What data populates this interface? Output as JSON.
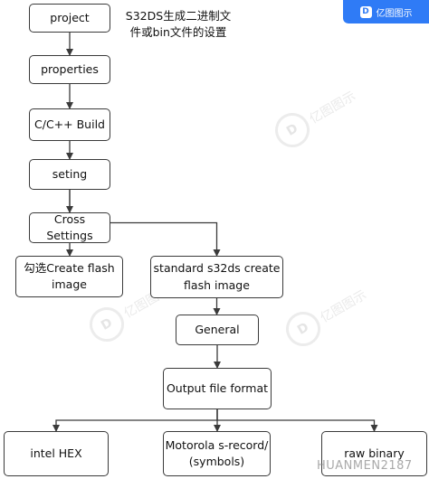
{
  "brand": {
    "label": "亿图图示",
    "icon": "edraw-logo-icon"
  },
  "note": "S32DS生成二进制文件或bin文件的设置",
  "nodes": {
    "project": [
      "project"
    ],
    "properties": [
      "properties"
    ],
    "build": [
      "C/C++ Build"
    ],
    "seting": [
      "seting"
    ],
    "cross": [
      "Cross Settings"
    ],
    "checkflash": [
      "勾选Create flash",
      "image"
    ],
    "standard": [
      "standard s32ds create",
      "flash image"
    ],
    "general": [
      "General"
    ],
    "output": [
      "Output file format"
    ],
    "intel": [
      "intel HEX"
    ],
    "motorola": [
      "Motorola s-record/",
      "(symbols)"
    ],
    "raw": [
      "raw binary"
    ]
  },
  "edges": [
    [
      "project",
      "properties"
    ],
    [
      "properties",
      "build"
    ],
    [
      "build",
      "seting"
    ],
    [
      "seting",
      "cross"
    ],
    [
      "seting",
      "standard"
    ],
    [
      "cross",
      "checkflash"
    ],
    [
      "standard",
      "general"
    ],
    [
      "general",
      "output"
    ],
    [
      "output",
      "intel"
    ],
    [
      "output",
      "motorola"
    ],
    [
      "output",
      "raw"
    ]
  ],
  "watermark_text": "亿图图示",
  "signature": "HUANMEN2187",
  "colors": {
    "stroke": "#3a3a3a",
    "brand": "#2f7bf6"
  }
}
